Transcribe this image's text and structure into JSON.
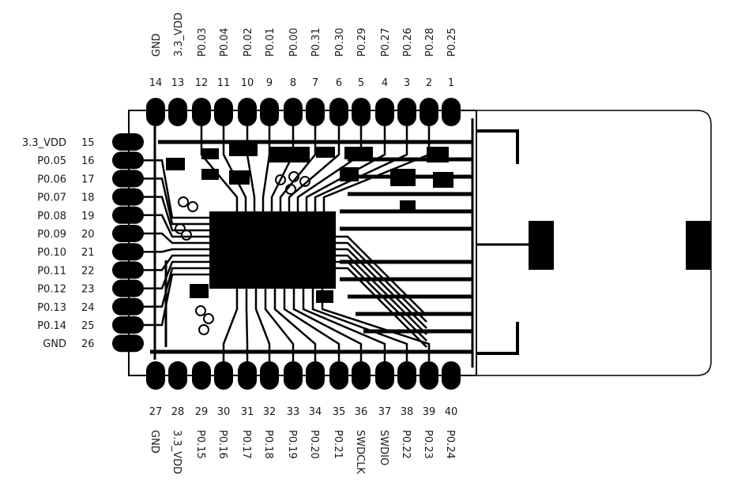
{
  "top_pins": [
    {
      "num": "14",
      "label": "GND"
    },
    {
      "num": "13",
      "label": "3.3_VDD"
    },
    {
      "num": "12",
      "label": "P0.03"
    },
    {
      "num": "11",
      "label": "P0.04"
    },
    {
      "num": "10",
      "label": "P0.02"
    },
    {
      "num": "9",
      "label": "P0.01"
    },
    {
      "num": "8",
      "label": "P0.00"
    },
    {
      "num": "7",
      "label": "P0.31"
    },
    {
      "num": "6",
      "label": "P0.30"
    },
    {
      "num": "5",
      "label": "P0.29"
    },
    {
      "num": "4",
      "label": "P0.27"
    },
    {
      "num": "3",
      "label": "P0.26"
    },
    {
      "num": "2",
      "label": "P0.28"
    },
    {
      "num": "1",
      "label": "P0.25"
    }
  ],
  "left_pins": [
    {
      "num": "15",
      "label": "3.3_VDD"
    },
    {
      "num": "16",
      "label": "P0.05"
    },
    {
      "num": "17",
      "label": "P0.06"
    },
    {
      "num": "18",
      "label": "P0.07"
    },
    {
      "num": "19",
      "label": "P0.08"
    },
    {
      "num": "20",
      "label": "P0.09"
    },
    {
      "num": "21",
      "label": "P0.10"
    },
    {
      "num": "22",
      "label": "P0.11"
    },
    {
      "num": "23",
      "label": "P0.12"
    },
    {
      "num": "24",
      "label": "P0.13"
    },
    {
      "num": "25",
      "label": "P0.14"
    },
    {
      "num": "26",
      "label": "GND"
    }
  ],
  "bottom_pins": [
    {
      "num": "27",
      "label": "GND"
    },
    {
      "num": "28",
      "label": "3.3_VDD"
    },
    {
      "num": "29",
      "label": "P0.15"
    },
    {
      "num": "30",
      "label": "P0.16"
    },
    {
      "num": "31",
      "label": "P0.17"
    },
    {
      "num": "32",
      "label": "P0.18"
    },
    {
      "num": "33",
      "label": "P0.19"
    },
    {
      "num": "34",
      "label": "P0.20"
    },
    {
      "num": "35",
      "label": "P0.21"
    },
    {
      "num": "36",
      "label": "SWDCLK"
    },
    {
      "num": "37",
      "label": "SWDIO"
    },
    {
      "num": "38",
      "label": "P0.22"
    },
    {
      "num": "39",
      "label": "P0.23"
    },
    {
      "num": "40",
      "label": "P0.24"
    }
  ],
  "colors": {
    "ink": "#000000",
    "paper": "#ffffff",
    "text": "#1a1a1a"
  }
}
